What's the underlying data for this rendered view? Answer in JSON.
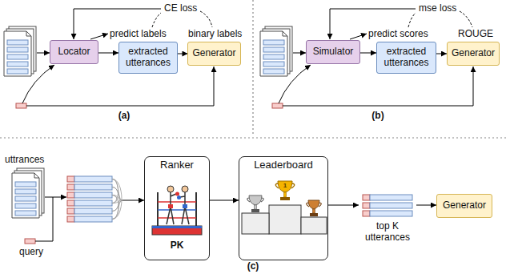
{
  "diagram": {
    "nodes": [
      {
        "text": [
          "Locator"
        ]
      },
      {
        "text": [
          "extracted utterances"
        ]
      },
      {
        "text": [
          "Generator"
        ]
      },
      {
        "text": [
          "Simulator"
        ]
      },
      {
        "text": [
          "extracted utterances"
        ]
      },
      {
        "text": [
          "Generator"
        ]
      },
      {
        "text": [
          "Ranker",
          "PK"
        ]
      },
      {
        "text": [
          "Leaderboard"
        ]
      },
      {
        "text": [
          "top K utterances"
        ]
      },
      {
        "text": [
          "Generator"
        ]
      }
    ],
    "edges": [
      {
        "from": 0,
        "to": 1,
        "arrow": "to"
      },
      {
        "from": 1,
        "to": 2,
        "arrow": "to"
      },
      {
        "from": 3,
        "to": 4,
        "arrow": "to"
      },
      {
        "from": 4,
        "to": 5,
        "arrow": "to"
      },
      {
        "from": 6,
        "to": 7,
        "arrow": "to"
      },
      {
        "from": 7,
        "to": 8,
        "arrow": "to"
      },
      {
        "from": 8,
        "to": 9,
        "arrow": "to"
      }
    ],
    "labels": [
      "CE loss",
      "predict labels",
      "binary labels",
      "(a)",
      "mse loss",
      "predict scores",
      "ROUGE",
      "(b)",
      "uttrances",
      "query",
      "1",
      "(c)"
    ]
  }
}
